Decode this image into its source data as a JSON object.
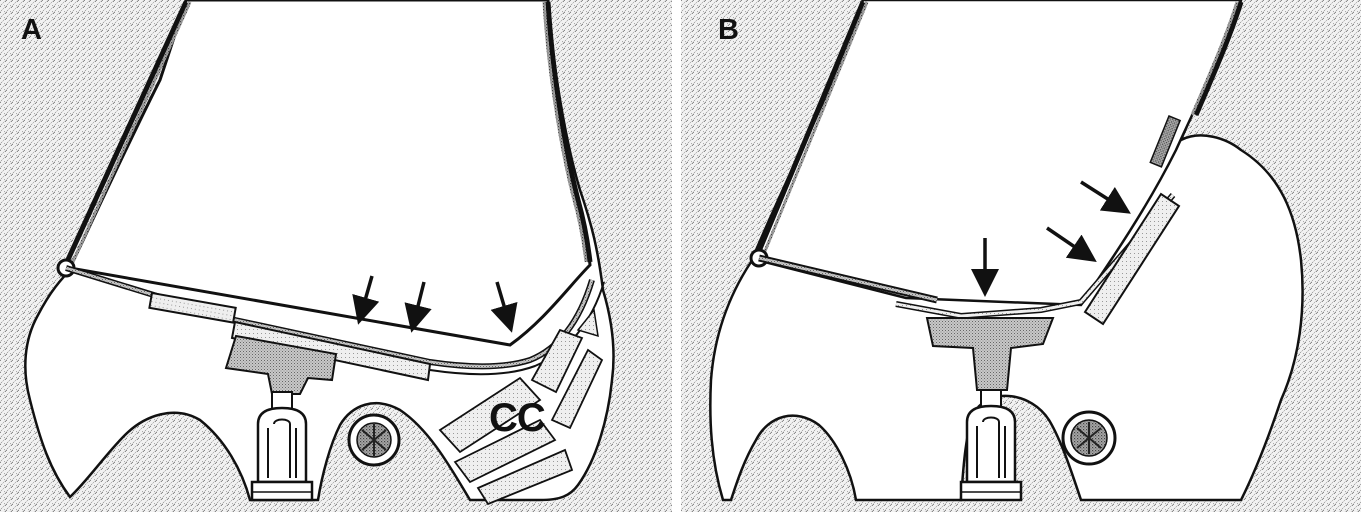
{
  "panels": [
    {
      "label": "A",
      "annotation": "CC"
    },
    {
      "label": "B"
    }
  ],
  "colors": {
    "background_stipple": "#9a9a9a",
    "outline": "#111111",
    "implant_fill": "#e6e6e6",
    "plate_fill": "#bdbdbd"
  }
}
